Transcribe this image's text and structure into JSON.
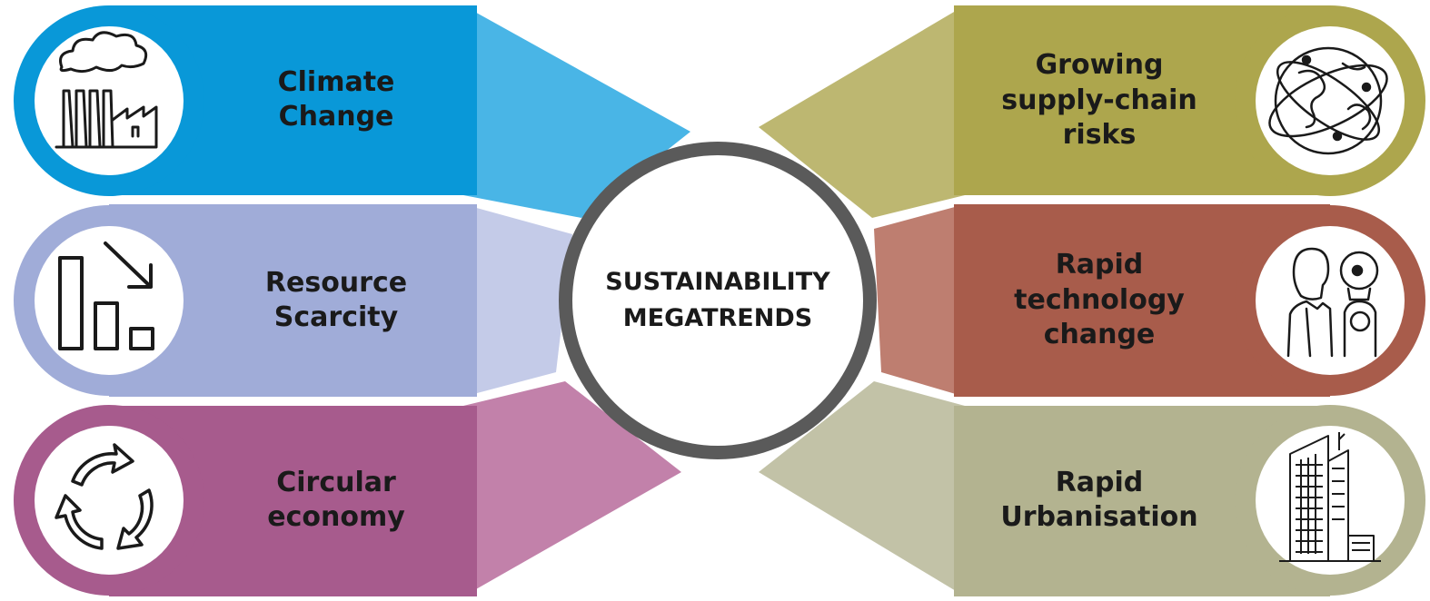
{
  "center": {
    "title": "SUSTAINABILITY\nMEGATRENDS"
  },
  "colors": {
    "climate": "#0998d8",
    "climate_light": "#49b5e6",
    "resource": "#a0acd8",
    "resource_light": "#c4cbe8",
    "circular": "#a75b8d",
    "circular_light": "#c281aa",
    "supply": "#ada64d",
    "supply_light": "#bdb771",
    "technology": "#a85c4b",
    "technology_light": "#be7e70",
    "urban": "#b3b390",
    "urban_light": "#c2c2a7",
    "hub_ring": "#5a5a5a"
  },
  "trends": {
    "climate": {
      "label": "Climate\nChange",
      "icon": "factory-icon"
    },
    "resource": {
      "label": "Resource\nScarcity",
      "icon": "declining-bars-icon"
    },
    "circular": {
      "label": "Circular\neconomy",
      "icon": "recycle-arrows-icon"
    },
    "supply": {
      "label": "Growing\nsupply-chain\nrisks",
      "icon": "globe-network-icon"
    },
    "technology": {
      "label": "Rapid\ntechnology\nchange",
      "icon": "human-robot-icon"
    },
    "urban": {
      "label": "Rapid\nUrbanisation",
      "icon": "skyscraper-icon"
    }
  }
}
